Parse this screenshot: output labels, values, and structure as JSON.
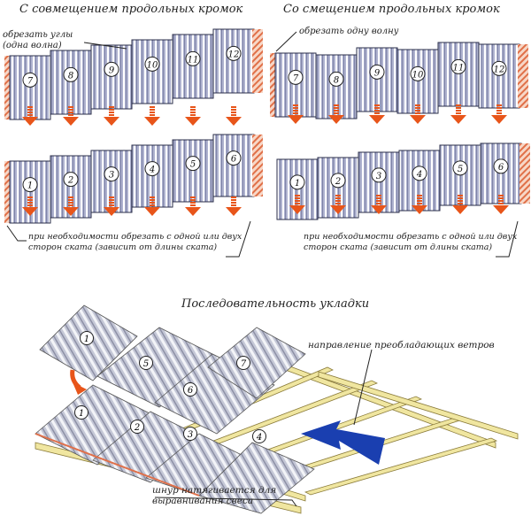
{
  "panels": {
    "left": {
      "title": "С совмещением продольных кромок",
      "top_note_line1": "обрезать углы",
      "top_note_line2": "(одна волна)",
      "bottom_note_line1": "при необходимости обрезать с одной или двух",
      "bottom_note_line2": "сторон ската (зависит от длины ската)",
      "top_row": [
        "7",
        "8",
        "9",
        "10",
        "11",
        "12"
      ],
      "bottom_row": [
        "1",
        "2",
        "3",
        "4",
        "5",
        "6"
      ]
    },
    "right": {
      "title": "Со смещением продольных кромок",
      "top_note": "обрезать одну волну",
      "bottom_note_line1": "при необходимости обрезать с одной или двух",
      "bottom_note_line2": "сторон ската (зависит от длины ската)",
      "top_row": [
        "7",
        "8",
        "9",
        "10",
        "11",
        "12"
      ],
      "bottom_row": [
        "1",
        "2",
        "3",
        "4",
        "5",
        "6"
      ]
    }
  },
  "sequence": {
    "title": "Последовательность укладки",
    "wind_label": "направление преобладающих ветров",
    "cord_label_line1": "шнур натягивается для",
    "cord_label_line2": "выравнивания свеса",
    "sheets": [
      "1",
      "1",
      "2",
      "3",
      "4",
      "5",
      "6",
      "7"
    ]
  },
  "colors": {
    "sheet": "#b9bdd6",
    "stripe": "#ffffff",
    "cut": "#e0704a",
    "arrow": "#e8551a",
    "wind": "#1a3fb0",
    "timber": "#f0e6a0"
  }
}
